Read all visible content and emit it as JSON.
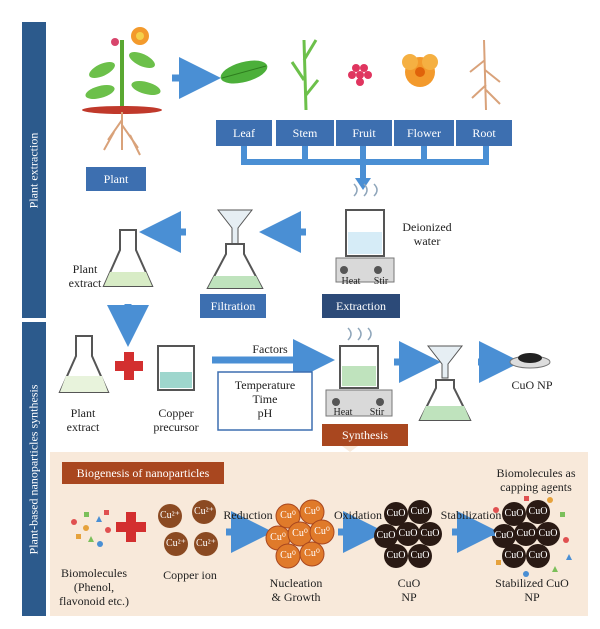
{
  "sidebar": {
    "top_label": "Plant extraction",
    "bottom_label": "Plant-based nanoparticles synthesis"
  },
  "plant": {
    "label": "Plant"
  },
  "parts": [
    "Leaf",
    "Stem",
    "Fruit",
    "Flower",
    "Root"
  ],
  "extraction": {
    "water_label_1": "Deionized",
    "water_label_2": "water",
    "heat": "Heat",
    "stir": "Stir",
    "label": "Extraction"
  },
  "filtration": {
    "label": "Filtration"
  },
  "plant_extract_top": {
    "line1": "Plant",
    "line2": "extract"
  },
  "synthesis_row": {
    "plant_extract_1": "Plant",
    "plant_extract_2": "extract",
    "copper_1": "Copper",
    "copper_2": "precursor",
    "factors": "Factors",
    "factor_items": [
      "Temperature",
      "Time",
      "pH"
    ],
    "heat": "Heat",
    "stir": "Stir",
    "synthesis_label": "Synthesis",
    "cuo_np": "CuO NP"
  },
  "biogenesis": {
    "title": "Biogenesis of nanoparticles",
    "biomolecules_1": "Biomolecules",
    "biomolecules_2": "(Phenol,",
    "biomolecules_3": "flavonoid etc.)",
    "copper_ion": "Copper ion",
    "cu_ion_symbol": "Cu²⁺",
    "reduction": "Reduction",
    "nucleation_1": "Nucleation",
    "nucleation_2": "& Growth",
    "cu0_symbol": "Cu⁰",
    "oxidation": "Oxidation",
    "cuo_1": "CuO",
    "cuo_2": "NP",
    "cuo_symbol": "CuO",
    "stabilization": "Stabilization",
    "capping_1": "Biomolecules as",
    "capping_2": "capping agents",
    "stabilized_1": "Stabilized CuO",
    "stabilized_2": "NP"
  },
  "colors": {
    "sidebar_top": "#2c5a8c",
    "sidebar_bottom": "#2c5a8c",
    "arrow": "#4a8fd4",
    "box_blue": "#3d6fb0",
    "box_dark": "#2c4a78",
    "orange": "#a9471f",
    "panel": "#f8e9da"
  }
}
